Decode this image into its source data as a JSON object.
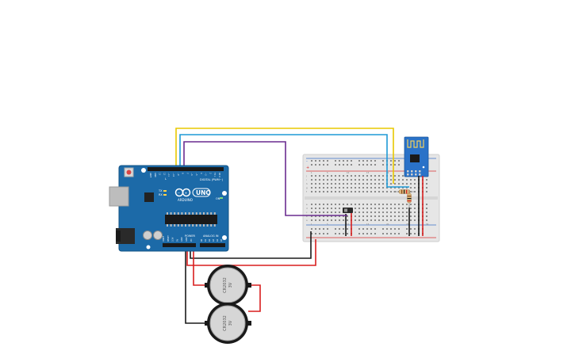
{
  "arduino": {
    "brand": "ARDUINO",
    "model": "UNO",
    "digital_header": "DIGITAL (PWM~)",
    "power_header": "POWER",
    "analog_header": "ANALOG IN",
    "tx_label": "TX",
    "rx_label": "RX",
    "l_label": "L",
    "on_label": "ON",
    "digital_pins": [
      "AREF",
      "GND",
      "13",
      "12",
      "~11",
      "~10",
      "~9",
      "8",
      "7",
      "~6",
      "~5",
      "4",
      "~3",
      "2",
      "TX 1",
      "RX 0"
    ],
    "power_pins": [
      "IOREF",
      "RESET",
      "3.3V",
      "5V",
      "GND",
      "GND",
      "Vin"
    ],
    "analog_pins": [
      "A0",
      "A1",
      "A2",
      "A3",
      "A4",
      "A5"
    ]
  },
  "breadboard": {
    "columns": [
      "1",
      "5",
      "10",
      "15",
      "20",
      "25",
      "30"
    ],
    "rows_top": [
      "j",
      "i",
      "h",
      "g",
      "f"
    ],
    "rows_bottom": [
      "e",
      "d",
      "c",
      "b",
      "a"
    ],
    "rail_plus": "+",
    "rail_minus": "-"
  },
  "batteries": [
    {
      "label": "CR2032",
      "voltage": "3V"
    },
    {
      "label": "CR2032",
      "voltage": "3V"
    }
  ],
  "wire_colors": {
    "yellow": "#e8c800",
    "blue": "#1e9ad6",
    "purple": "#6a2c8f",
    "red": "#d81e1e",
    "black": "#1a1a1a"
  }
}
